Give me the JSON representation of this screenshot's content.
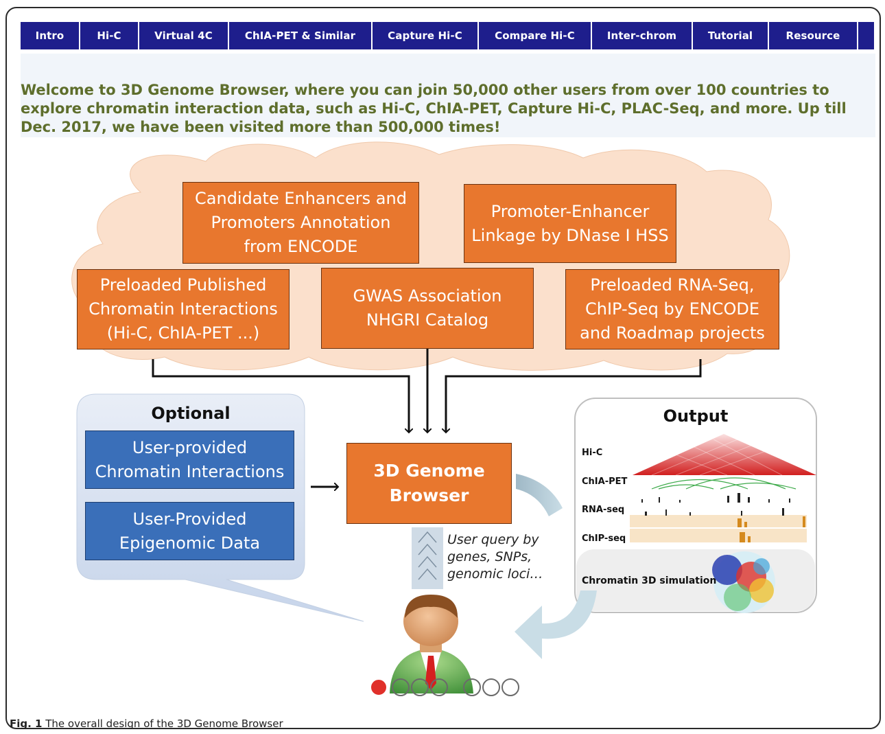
{
  "nav": {
    "items": [
      "Intro",
      "Hi-C",
      "Virtual 4C",
      "ChIA-PET & Similar",
      "Capture Hi-C",
      "Compare Hi-C",
      "Inter-chrom",
      "Tutorial",
      "Resource"
    ]
  },
  "welcome": {
    "text": "Welcome to 3D Genome Browser, where you can join 50,000 other users from over 100 countries to explore chromatin interaction data, such as Hi-C, ChIA-PET, Capture Hi-C, PLAC-Seq, and more. Up till Dec. 2017, we have been visited more than 500,000 times!"
  },
  "cloud": {
    "boxes": {
      "candidate": "Candidate Enhancers and\nPromoters Annotation\nfrom ENCODE",
      "promoter": "Promoter-Enhancer\nLinkage by DNase I HSS",
      "preloaded_published": "Preloaded Published\nChromatin Interactions\n(Hi-C, ChIA-PET ...)",
      "gwas": "GWAS Association\nNHGRI Catalog",
      "preloaded_rna": "Preloaded RNA-Seq,\nChIP-Seq by ENCODE\nand Roadmap projects"
    }
  },
  "optional": {
    "title": "Optional",
    "box1": "User-provided\nChromatin Interactions",
    "box2": "User-Provided\nEpigenomic Data"
  },
  "center": {
    "genome_browser": "3D Genome\nBrowser",
    "query": "User query by\ngenes, SNPs,\ngenomic loci…"
  },
  "output": {
    "title": "Output",
    "tracks": {
      "hic": "Hi-C",
      "chiapet": "ChIA-PET",
      "rnaseq": "RNA-seq",
      "chipseq": "ChIP-seq"
    },
    "simulation": "Chromatin 3D simulation"
  },
  "caption": {
    "label": "Fig. 1",
    "text": "The overall design of the 3D Genome Browser"
  },
  "colors": {
    "nav": "#1e1e8c",
    "orange": "#e8772e",
    "blue": "#3a6fb9",
    "cloud": "#fbe0cc",
    "welcome_text": "#5e6e2c",
    "user_active_dot": "#e0302a",
    "user_inactive_dot": "#5aa15c"
  }
}
